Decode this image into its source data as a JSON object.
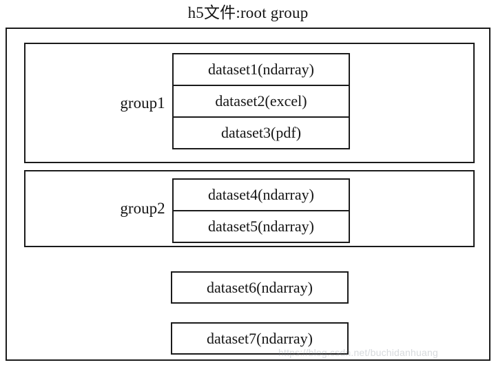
{
  "diagram": {
    "title": "h5文件:root group",
    "type": "hierarchy-block-diagram",
    "root": {
      "label": "root group",
      "groups": [
        {
          "label": "group1",
          "datasets": [
            {
              "label": "dataset1(ndarray)",
              "name": "dataset1",
              "kind": "ndarray"
            },
            {
              "label": "dataset2(excel)",
              "name": "dataset2",
              "kind": "excel"
            },
            {
              "label": "dataset3(pdf)",
              "name": "dataset3",
              "kind": "pdf"
            }
          ]
        },
        {
          "label": "group2",
          "datasets": [
            {
              "label": "dataset4(ndarray)",
              "name": "dataset4",
              "kind": "ndarray"
            },
            {
              "label": "dataset5(ndarray)",
              "name": "dataset5",
              "kind": "ndarray"
            }
          ]
        }
      ],
      "loose_datasets": [
        {
          "label": "dataset6(ndarray)",
          "name": "dataset6",
          "kind": "ndarray"
        },
        {
          "label": "dataset7(ndarray)",
          "name": "dataset7",
          "kind": "ndarray"
        }
      ]
    },
    "watermark": "https://blog.csdn.net/buchidanhuang",
    "colors": {
      "background": "#ffffff",
      "stroke": "#1a1a1a",
      "text": "#151515"
    }
  }
}
